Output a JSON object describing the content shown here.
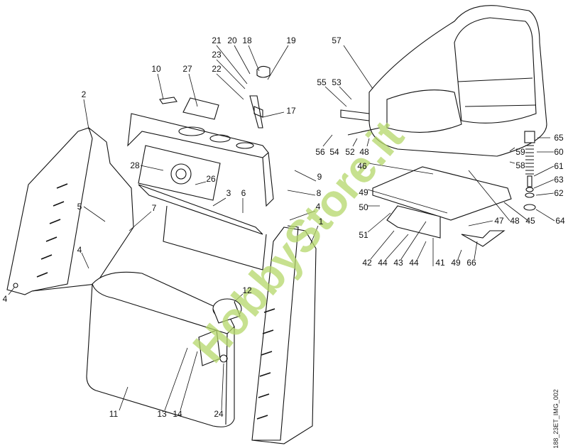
{
  "diagram": {
    "image_code": "188_23ET_IMG_002",
    "watermark": "HobbyStore.it",
    "part_labels": [
      "2",
      "10",
      "27",
      "21",
      "20",
      "18",
      "19",
      "23",
      "22",
      "17",
      "28",
      "26",
      "3",
      "6",
      "5",
      "7",
      "9",
      "8",
      "4",
      "1",
      "4",
      "4",
      "12",
      "11",
      "13",
      "14",
      "24",
      "57",
      "55",
      "53",
      "56",
      "54",
      "52",
      "48",
      "46",
      "49",
      "50",
      "51",
      "42",
      "44",
      "43",
      "44",
      "41",
      "49",
      "66",
      "47",
      "48",
      "45",
      "64",
      "65",
      "59",
      "60",
      "58",
      "61",
      "63",
      "62"
    ]
  }
}
